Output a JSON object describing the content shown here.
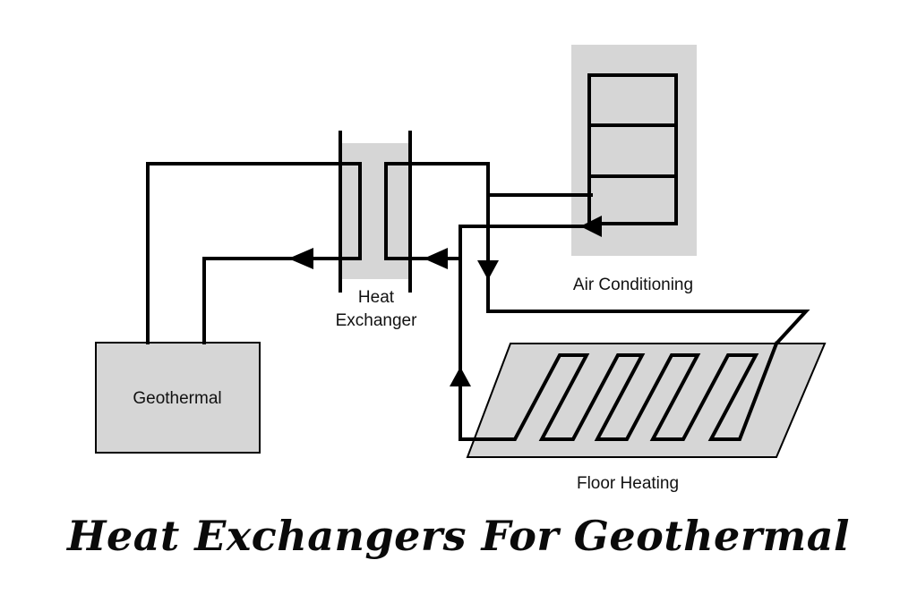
{
  "diagram": {
    "labels": {
      "heat_exchanger_line1": "Heat",
      "heat_exchanger_line2": "Exchanger",
      "geothermal": "Geothermal",
      "air_conditioning": "Air Conditioning",
      "floor_heating": "Floor Heating"
    },
    "colors": {
      "box_fill": "#d6d6d6",
      "line": "#000000"
    }
  },
  "title": "Heat Exchangers For Geothermal"
}
